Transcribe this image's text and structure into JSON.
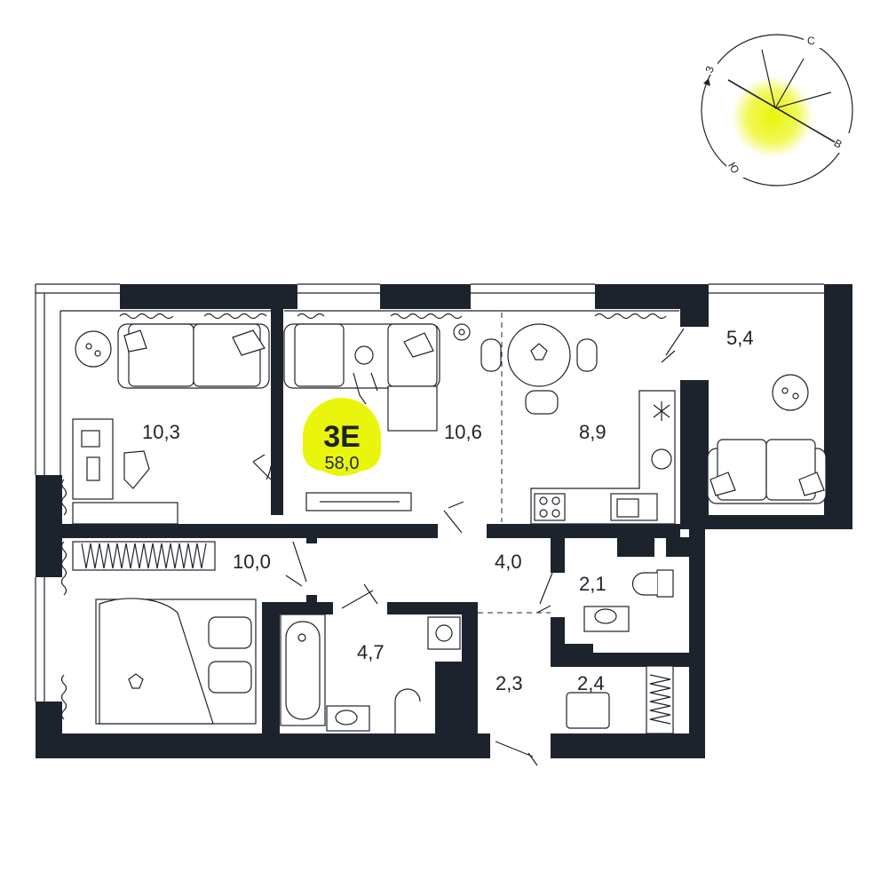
{
  "colors": {
    "wall": "#1d232c",
    "accent": "#eaf50c",
    "background": "#ffffff"
  },
  "compass": {
    "north": "С",
    "east": "В",
    "south": "Ю",
    "west": "З"
  },
  "apartment": {
    "type": "3E",
    "total_area": "58,0"
  },
  "rooms": [
    {
      "name": "bedroom-top-left",
      "area": "10,3"
    },
    {
      "name": "living-room",
      "area": "10,6"
    },
    {
      "name": "kitchen",
      "area": "8,9"
    },
    {
      "name": "balcony",
      "area": "5,4"
    },
    {
      "name": "bedroom-bottom-left",
      "area": "10,0"
    },
    {
      "name": "hallway",
      "area": "4,0"
    },
    {
      "name": "toilet",
      "area": "2,1"
    },
    {
      "name": "bathroom",
      "area": "4,7"
    },
    {
      "name": "entrance-hall",
      "area": "2,3"
    },
    {
      "name": "storage",
      "area": "2,4"
    }
  ]
}
